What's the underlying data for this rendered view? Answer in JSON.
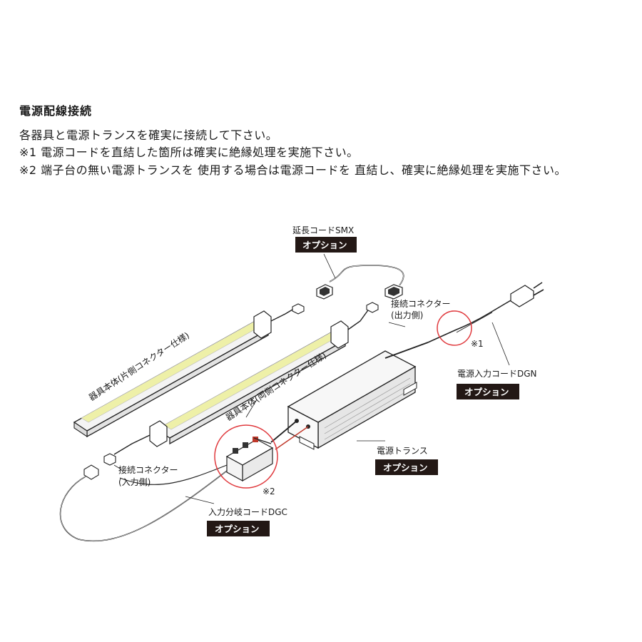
{
  "heading": "電源配線接続",
  "instructions": [
    "各器具と電源トランスを確実に接続して下さい。",
    "※1 電源コードを直結した箇所は確実に絶縁処理を実施下さい。",
    "※2 端子台の無い電源トランスを 使用する場合は電源コードを 直結し、確実に絶縁処理を実施下さい。"
  ],
  "labels": {
    "extension_cord": "延長コードSMX",
    "connector_output": "接続コネクター",
    "connector_output_side": "(出力側)",
    "note1": "※1",
    "power_input_cord": "電源入力コードDGN",
    "fixture_single": "器具本体(片側コネクター仕様)",
    "fixture_double": "器具本体(両側コネクター仕様)",
    "transformer": "電源トランス",
    "connector_input": "接続コネクター",
    "connector_input_side": "(入力側)",
    "note2": "※2",
    "branch_cord": "入力分岐コードDGC"
  },
  "option_label": "オプション",
  "colors": {
    "led_glow": "#eef0a8",
    "badge": "#231815",
    "callout_circle": "#e03a3e"
  }
}
